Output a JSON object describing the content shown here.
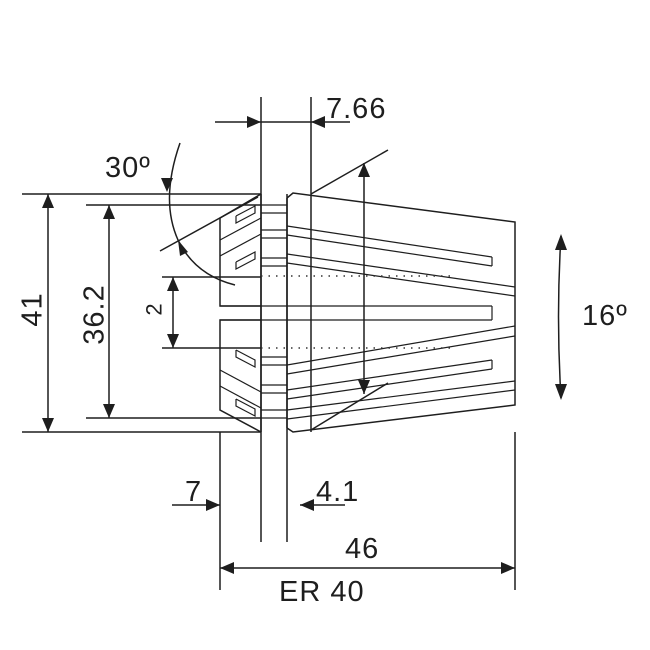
{
  "drawing": {
    "title": "ER 40",
    "subject": "ER40 collet dimensional drawing",
    "line_color": "#1e1e1e",
    "background": "#ffffff"
  },
  "dimensions": {
    "top_width": "7.66",
    "cone_angle": "30º",
    "outer_diameter": "41",
    "inner_diameter": "36.2",
    "slot_width": "2",
    "taper_angle": "16º",
    "rear_offset": "7",
    "front_lip": "4.1",
    "overall_length": "46"
  }
}
